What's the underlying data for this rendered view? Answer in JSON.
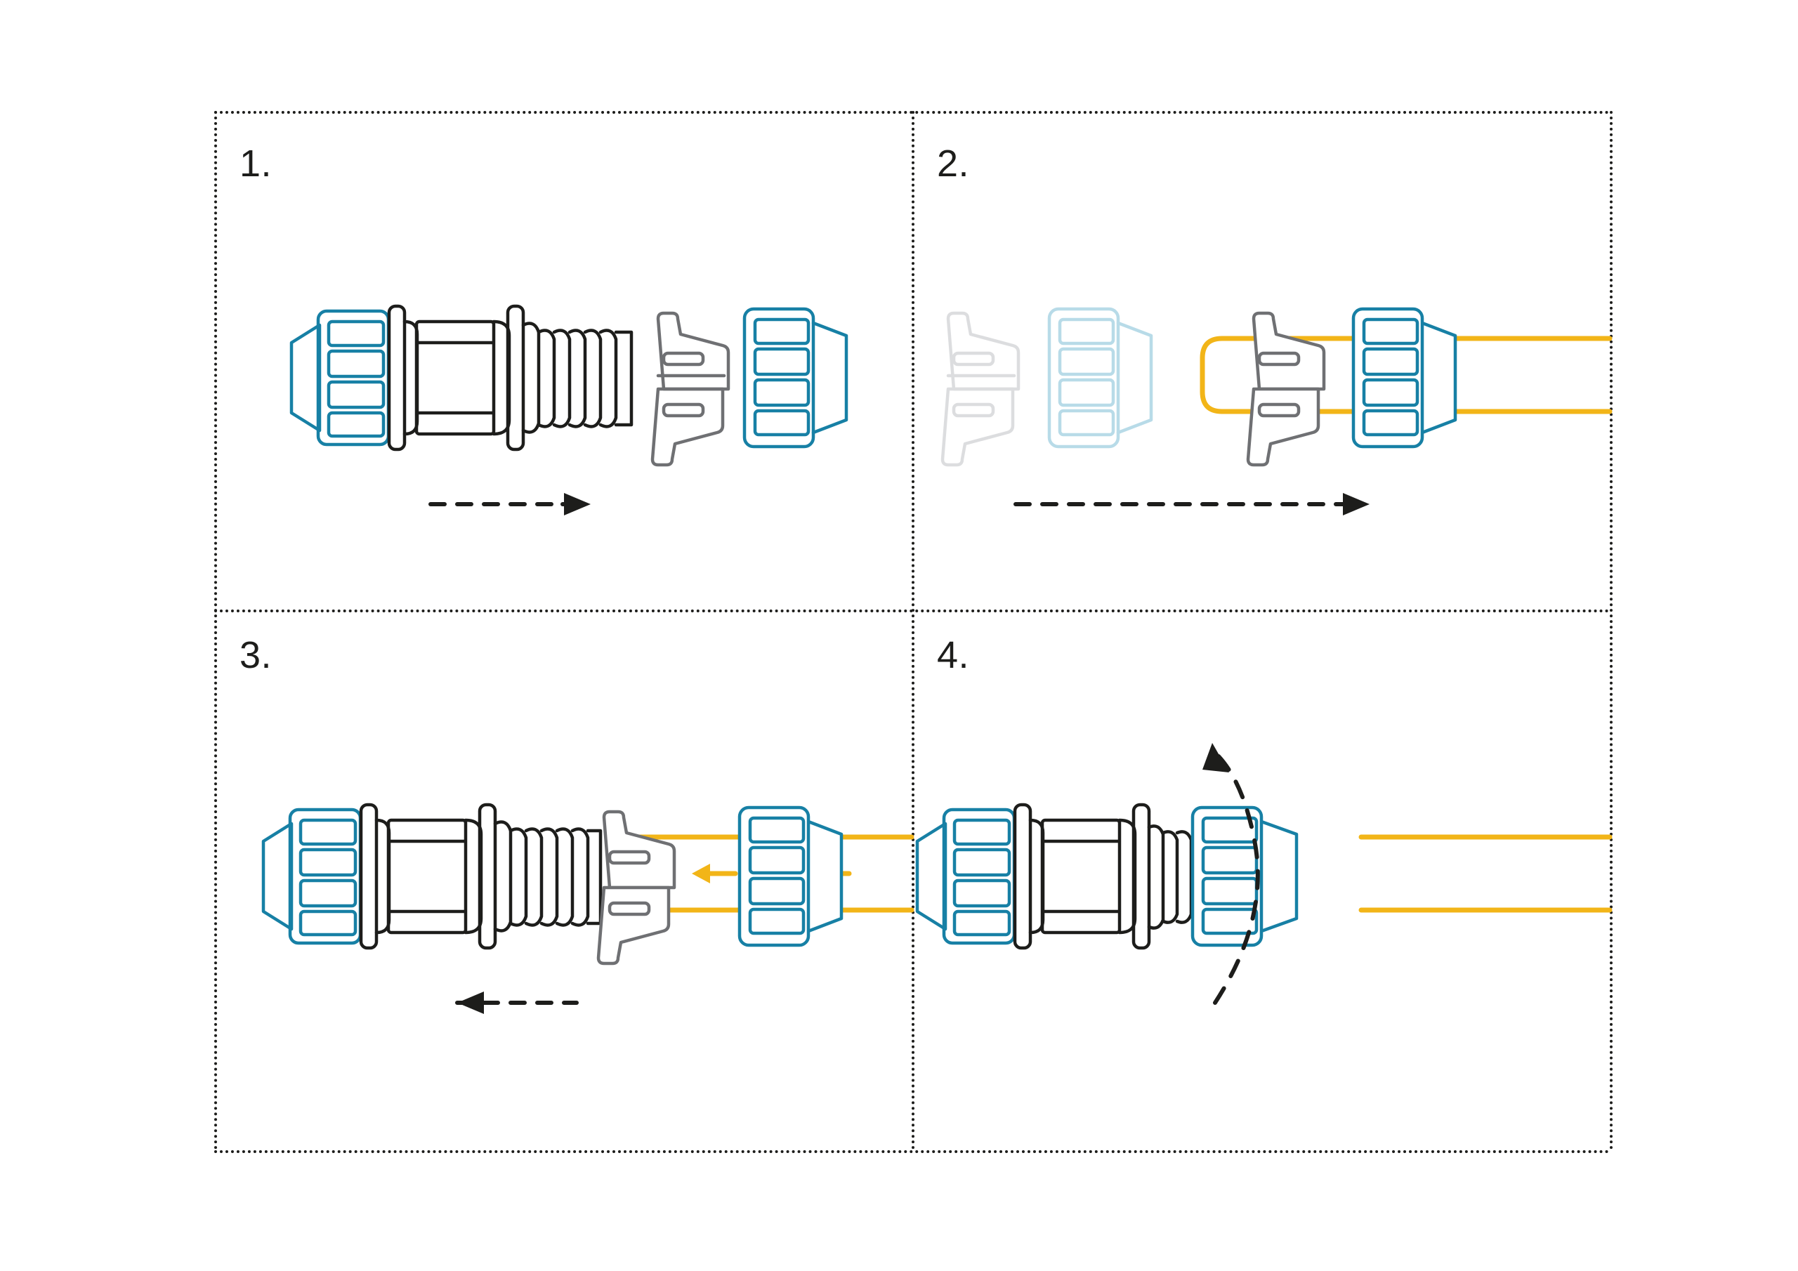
{
  "document": {
    "type": "assembly-instruction-diagram",
    "title": "Cable connector assembly steps",
    "panel_count": 4,
    "background": "#ffffff"
  },
  "colors": {
    "outline_dark": "#1d1d1b",
    "accent_blue": "#1780a5",
    "accent_blue_ghost": "#b8dbe8",
    "gray_part": "#6f7073",
    "gray_part_ghost": "#dcdddf",
    "cable_yellow": "#f2b518",
    "border_dots": "#1d1d1b"
  },
  "panels": [
    {
      "id": "panel-1",
      "number": "1.",
      "caption": "",
      "arrow": {
        "style": "dashed",
        "direction": "right",
        "color": "#1d1d1b"
      },
      "parts": [
        "blue-cap-nut-left",
        "connector-body",
        "threaded-nipple",
        "gray-seal",
        "blue-cap-nut-right"
      ],
      "cable_present": false
    },
    {
      "id": "panel-2",
      "number": "2.",
      "caption": "",
      "arrow": {
        "style": "dashed",
        "direction": "right",
        "color": "#1d1d1b"
      },
      "parts": [
        "gray-seal-ghost",
        "blue-cap-nut-ghost",
        "gray-seal",
        "blue-cap-nut",
        "yellow-cable"
      ],
      "cable_present": true
    },
    {
      "id": "panel-3",
      "number": "3.",
      "caption": "",
      "arrow": {
        "style": "dashed",
        "direction": "left",
        "color": "#1d1d1b"
      },
      "push_arrows": [
        {
          "direction": "left",
          "color": "#f2b518"
        },
        {
          "direction": "left",
          "color": "#f2b518"
        }
      ],
      "parts": [
        "blue-cap-nut-left",
        "connector-body",
        "threaded-nipple",
        "gray-seal",
        "blue-cap-nut-right",
        "yellow-cable"
      ],
      "cable_present": true
    },
    {
      "id": "panel-4",
      "number": "4.",
      "caption": "",
      "arrow": {
        "style": "dashed-curved",
        "direction": "rotate-clockwise",
        "color": "#1d1d1b"
      },
      "parts": [
        "blue-cap-nut-left",
        "connector-body",
        "assembled-cap-nut",
        "yellow-cable"
      ],
      "cable_present": true
    }
  ]
}
